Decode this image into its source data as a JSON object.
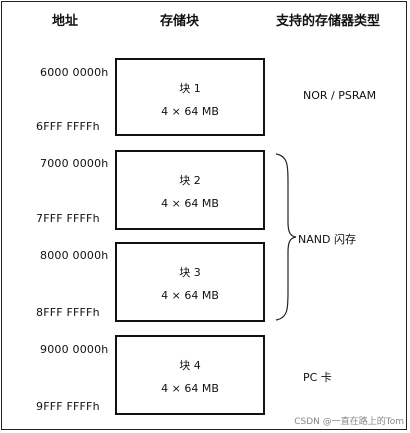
{
  "headers": {
    "address": "地址",
    "block": "存储块",
    "memory_type": "支持的存储器类型"
  },
  "addresses": [
    "6000 0000h",
    "6FFF FFFFh",
    "7000 0000h",
    "7FFF FFFFh",
    "8000 0000h",
    "8FFF FFFFh",
    "9000 0000h",
    "9FFF FFFFh"
  ],
  "blocks": [
    {
      "name": "块 1",
      "size": "4 × 64 MB"
    },
    {
      "name": "块 2",
      "size": "4 × 64 MB"
    },
    {
      "name": "块 3",
      "size": "4 × 64 MB"
    },
    {
      "name": "块 4",
      "size": "4 × 64 MB"
    }
  ],
  "memory_types": {
    "block1": "NOR / PSRAM",
    "block23": "NAND 闪存",
    "block4": "PC 卡"
  },
  "watermark": "CSDN @一直在路上的Tom"
}
